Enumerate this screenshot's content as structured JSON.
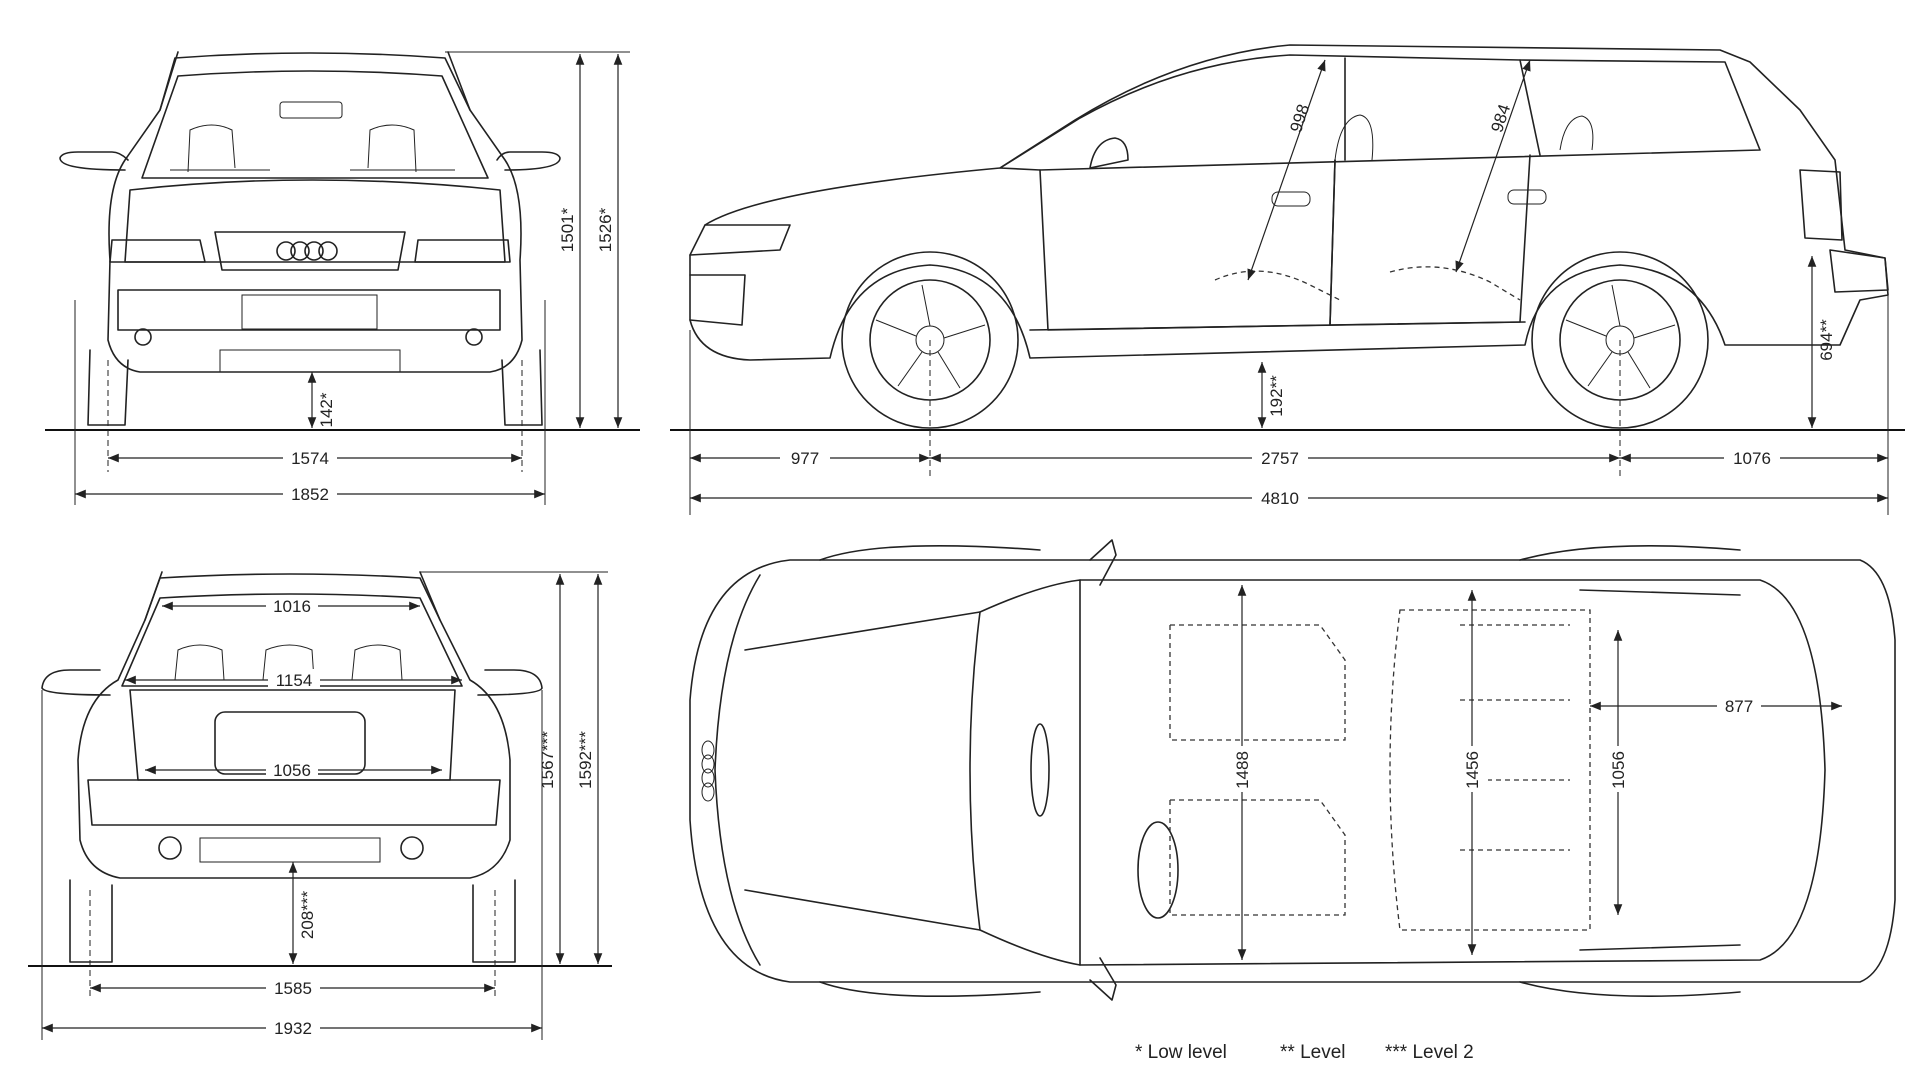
{
  "dimensions": {
    "front": {
      "track": "1574",
      "width": "1852",
      "height_low": "1501*",
      "height_roof": "1526*",
      "clearance": "142*"
    },
    "side": {
      "front_overhang": "977",
      "wheelbase": "2757",
      "rear_overhang": "1076",
      "length": "4810",
      "front_headroom": "998",
      "rear_headroom": "984",
      "clearance": "192**",
      "rear_height": "694**"
    },
    "rear": {
      "roof_width": "1016",
      "inner_width": "1154",
      "hatch_width": "1056",
      "track": "1585",
      "width": "1932",
      "height_low": "1567***",
      "height_roof": "1592***",
      "clearance": "208***"
    },
    "top": {
      "front_shoulder": "1488",
      "rear_shoulder": "1456",
      "cargo_width": "1056",
      "cargo_length": "877"
    }
  },
  "legend": {
    "low": "* Low level",
    "level": "** Level",
    "level2": "*** Level 2"
  }
}
